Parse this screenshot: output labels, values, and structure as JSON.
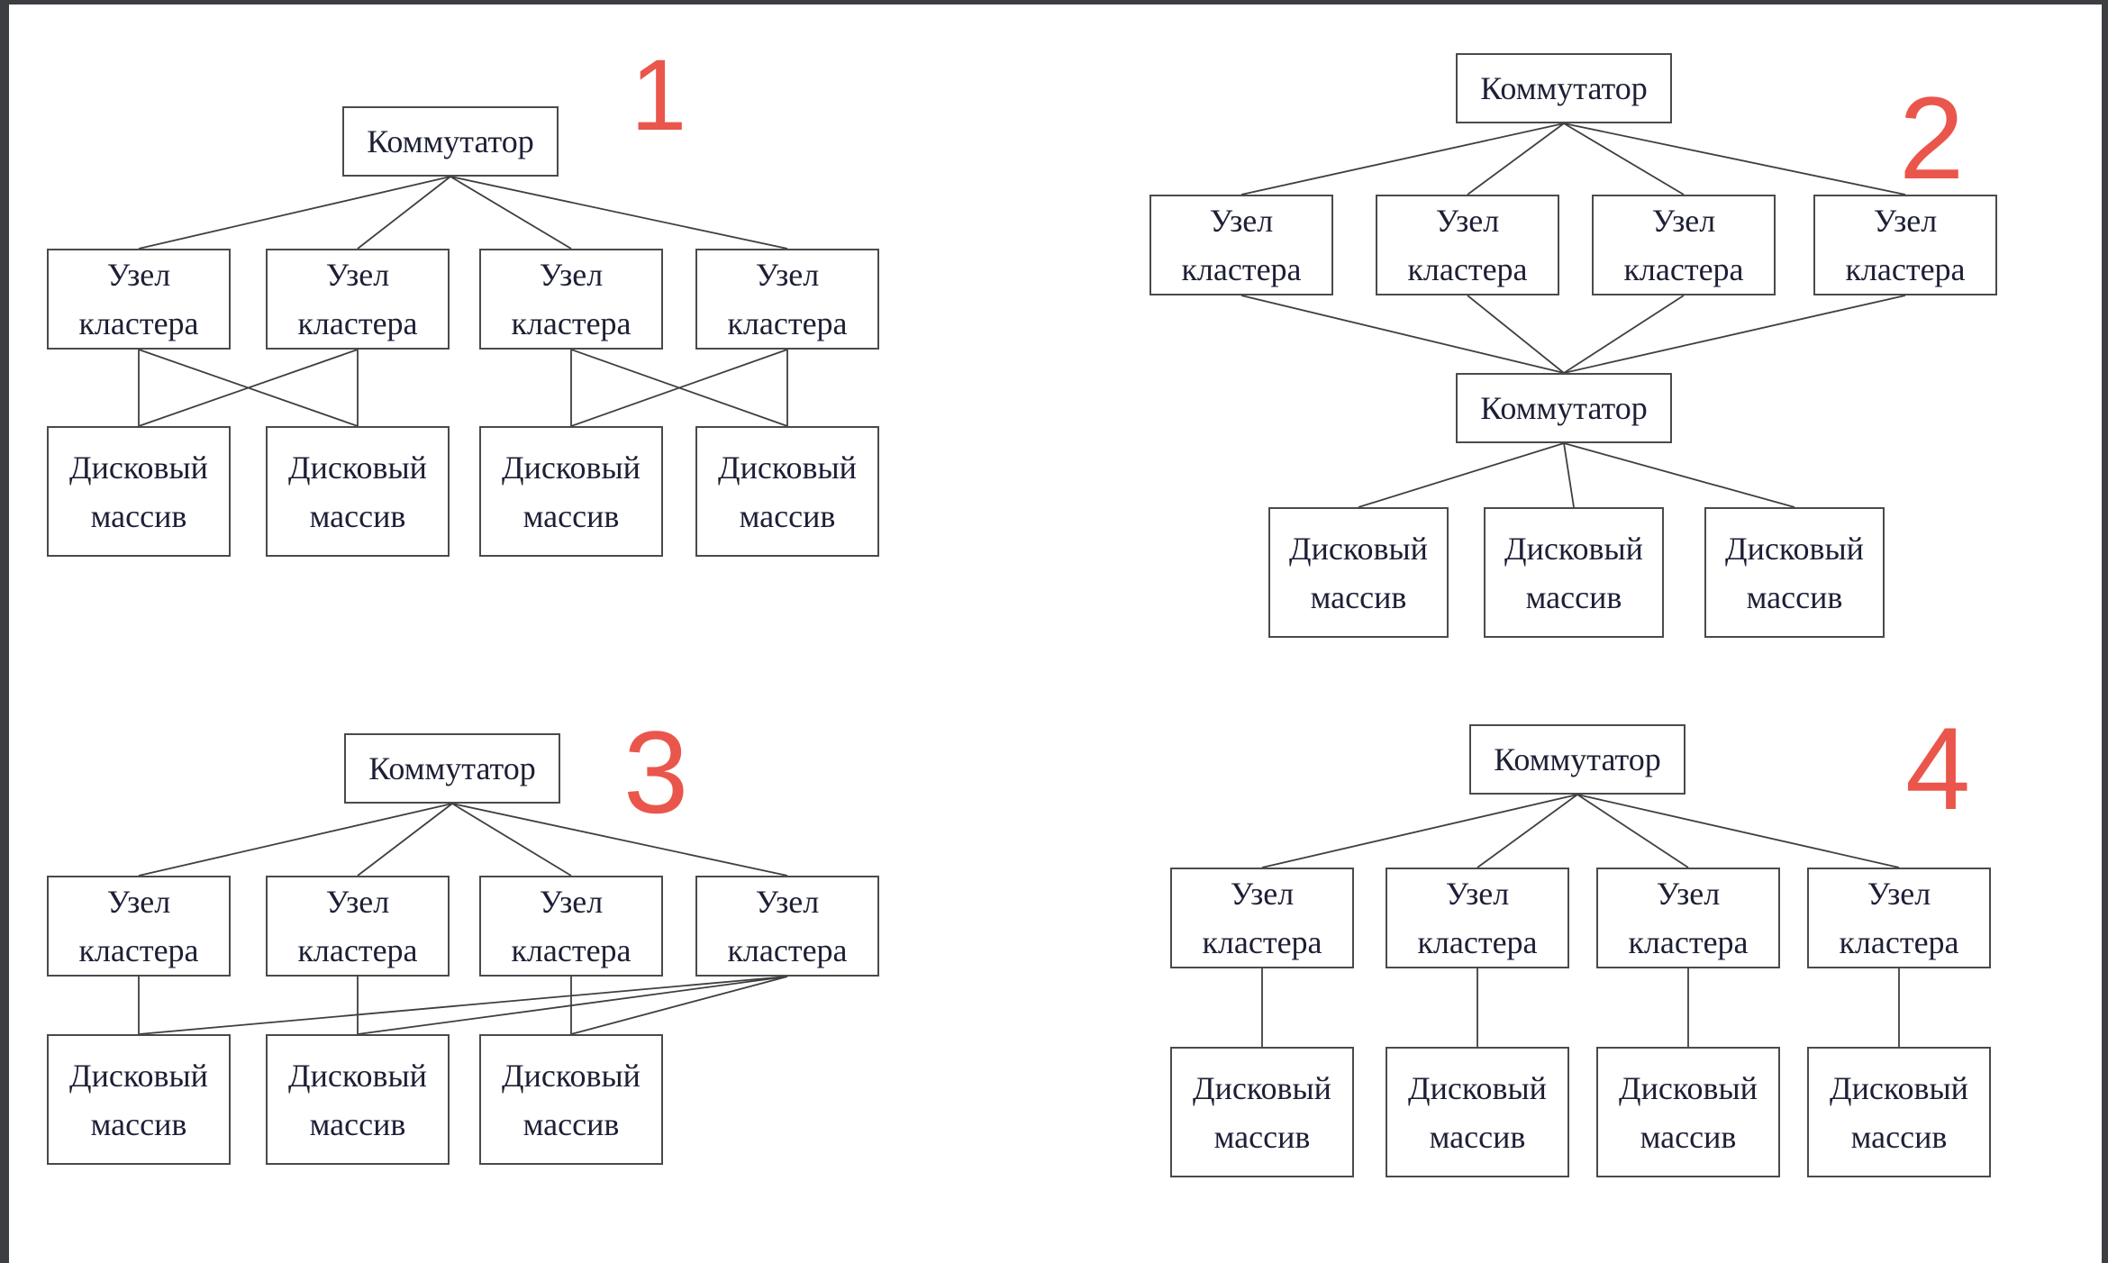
{
  "page": {
    "background_color": "#ffffff",
    "frame_color": "#3c3e42",
    "accent_color": "#ea564b",
    "line_color": "#3f3f3f",
    "box_border_color": "#4a4a4a",
    "text_color": "#1d1f35"
  },
  "diagrams": [
    {
      "number": "1",
      "boxes": {
        "sw": {
          "label": "Коммутатор"
        },
        "n1": {
          "line1": "Узел",
          "line2": "кластера"
        },
        "n2": {
          "line1": "Узел",
          "line2": "кластера"
        },
        "n3": {
          "line1": "Узел",
          "line2": "кластера"
        },
        "n4": {
          "line1": "Узел",
          "line2": "кластера"
        },
        "a1": {
          "line1": "Дисковый",
          "line2": "массив"
        },
        "a2": {
          "line1": "Дисковый",
          "line2": "массив"
        },
        "a3": {
          "line1": "Дисковый",
          "line2": "массив"
        },
        "a4": {
          "line1": "Дисковый",
          "line2": "массив"
        }
      },
      "connections": [
        {
          "from": "sw",
          "to": "n1"
        },
        {
          "from": "sw",
          "to": "n2"
        },
        {
          "from": "sw",
          "to": "n3"
        },
        {
          "from": "sw",
          "to": "n4"
        },
        {
          "from": "n1",
          "to": "a1"
        },
        {
          "from": "n1",
          "to": "a2"
        },
        {
          "from": "n2",
          "to": "a1"
        },
        {
          "from": "n2",
          "to": "a2"
        },
        {
          "from": "n3",
          "to": "a3"
        },
        {
          "from": "n3",
          "to": "a4"
        },
        {
          "from": "n4",
          "to": "a3"
        },
        {
          "from": "n4",
          "to": "a4"
        }
      ]
    },
    {
      "number": "2",
      "boxes": {
        "sw1": {
          "label": "Коммутатор"
        },
        "n1": {
          "line1": "Узел",
          "line2": "кластера"
        },
        "n2": {
          "line1": "Узел",
          "line2": "кластера"
        },
        "n3": {
          "line1": "Узел",
          "line2": "кластера"
        },
        "n4": {
          "line1": "Узел",
          "line2": "кластера"
        },
        "sw2": {
          "label": "Коммутатор"
        },
        "a1": {
          "line1": "Дисковый",
          "line2": "массив"
        },
        "a2": {
          "line1": "Дисковый",
          "line2": "массив"
        },
        "a3": {
          "line1": "Дисковый",
          "line2": "массив"
        }
      },
      "connections": [
        {
          "from": "sw1",
          "to": "n1"
        },
        {
          "from": "sw1",
          "to": "n2"
        },
        {
          "from": "sw1",
          "to": "n3"
        },
        {
          "from": "sw1",
          "to": "n4"
        },
        {
          "from": "n1",
          "to": "sw2"
        },
        {
          "from": "n2",
          "to": "sw2"
        },
        {
          "from": "n3",
          "to": "sw2"
        },
        {
          "from": "n4",
          "to": "sw2"
        },
        {
          "from": "sw2",
          "to": "a1"
        },
        {
          "from": "sw2",
          "to": "a2"
        },
        {
          "from": "sw2",
          "to": "a3"
        }
      ]
    },
    {
      "number": "3",
      "boxes": {
        "sw": {
          "label": "Коммутатор"
        },
        "n1": {
          "line1": "Узел",
          "line2": "кластера"
        },
        "n2": {
          "line1": "Узел",
          "line2": "кластера"
        },
        "n3": {
          "line1": "Узел",
          "line2": "кластера"
        },
        "n4": {
          "line1": "Узел",
          "line2": "кластера"
        },
        "a1": {
          "line1": "Дисковый",
          "line2": "массив"
        },
        "a2": {
          "line1": "Дисковый",
          "line2": "массив"
        },
        "a3": {
          "line1": "Дисковый",
          "line2": "массив"
        }
      },
      "connections": [
        {
          "from": "sw",
          "to": "n1"
        },
        {
          "from": "sw",
          "to": "n2"
        },
        {
          "from": "sw",
          "to": "n3"
        },
        {
          "from": "sw",
          "to": "n4"
        },
        {
          "from": "n1",
          "to": "a1"
        },
        {
          "from": "n2",
          "to": "a2"
        },
        {
          "from": "n3",
          "to": "a3"
        },
        {
          "from": "n4",
          "to": "a1"
        },
        {
          "from": "n4",
          "to": "a2"
        },
        {
          "from": "n4",
          "to": "a3"
        }
      ]
    },
    {
      "number": "4",
      "boxes": {
        "sw": {
          "label": "Коммутатор"
        },
        "n1": {
          "line1": "Узел",
          "line2": "кластера"
        },
        "n2": {
          "line1": "Узел",
          "line2": "кластера"
        },
        "n3": {
          "line1": "Узел",
          "line2": "кластера"
        },
        "n4": {
          "line1": "Узел",
          "line2": "кластера"
        },
        "a1": {
          "line1": "Дисковый",
          "line2": "массив"
        },
        "a2": {
          "line1": "Дисковый",
          "line2": "массив"
        },
        "a3": {
          "line1": "Дисковый",
          "line2": "массив"
        },
        "a4": {
          "line1": "Дисковый",
          "line2": "массив"
        }
      },
      "connections": [
        {
          "from": "sw",
          "to": "n1"
        },
        {
          "from": "sw",
          "to": "n2"
        },
        {
          "from": "sw",
          "to": "n3"
        },
        {
          "from": "sw",
          "to": "n4"
        },
        {
          "from": "n1",
          "to": "a1"
        },
        {
          "from": "n2",
          "to": "a2"
        },
        {
          "from": "n3",
          "to": "a3"
        },
        {
          "from": "n4",
          "to": "a4"
        }
      ]
    }
  ]
}
